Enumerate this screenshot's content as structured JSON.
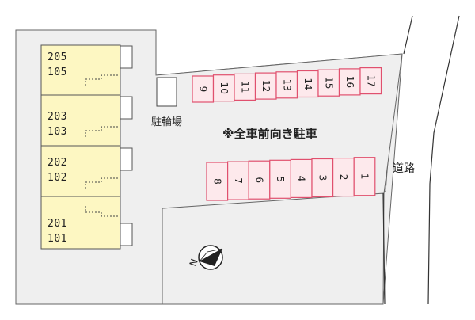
{
  "units": [
    {
      "upper": "205",
      "lower": "105"
    },
    {
      "upper": "203",
      "lower": "103"
    },
    {
      "upper": "202",
      "lower": "102"
    },
    {
      "upper": "201",
      "lower": "101"
    }
  ],
  "parking": {
    "upper_row": [
      "9",
      "10",
      "11",
      "12",
      "13",
      "14",
      "15",
      "16",
      "17"
    ],
    "lower_row": [
      "8",
      "7",
      "6",
      "5",
      "4",
      "3",
      "2",
      "1"
    ],
    "note": "※全車前向き駐車"
  },
  "labels": {
    "bike_parking": "駐輪場",
    "road": "道路"
  },
  "compass": {
    "letter": "N"
  },
  "colors": {
    "site_fill": "#efefef",
    "building_fill": "#fdf7c2",
    "parking_border": "#e0506e",
    "parking_fill": "#fde9ec",
    "road_line": "#333333"
  }
}
